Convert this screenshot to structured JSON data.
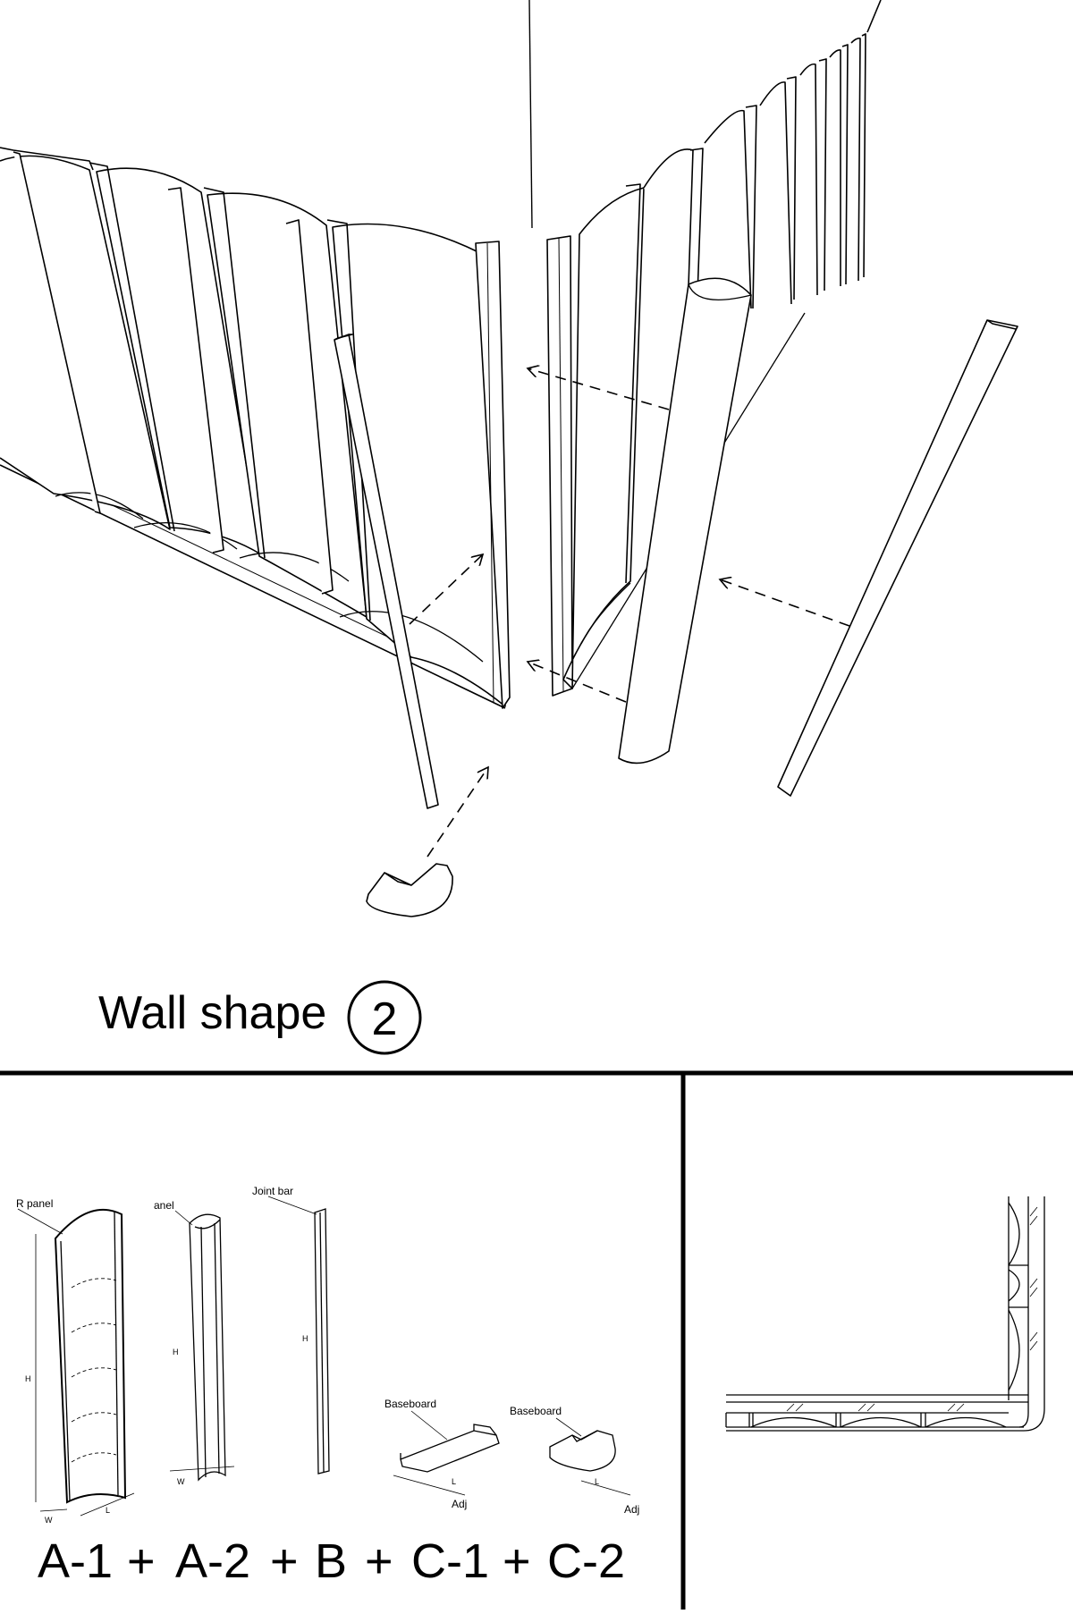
{
  "caption": {
    "label": "Wall shape",
    "number": "2"
  },
  "parts": {
    "r_panel": "R panel",
    "c_panel": "anel",
    "joint_bar": "Joint bar",
    "baseboard_straight": "Baseboard",
    "baseboard_corner": "Baseboard",
    "dims": {
      "H": "H",
      "W": "W",
      "L": "L",
      "Adj": "Adj"
    }
  },
  "formula": {
    "terms": [
      "A-1",
      "A-2",
      "B",
      "C-1",
      "C-2"
    ],
    "operator": "+"
  }
}
